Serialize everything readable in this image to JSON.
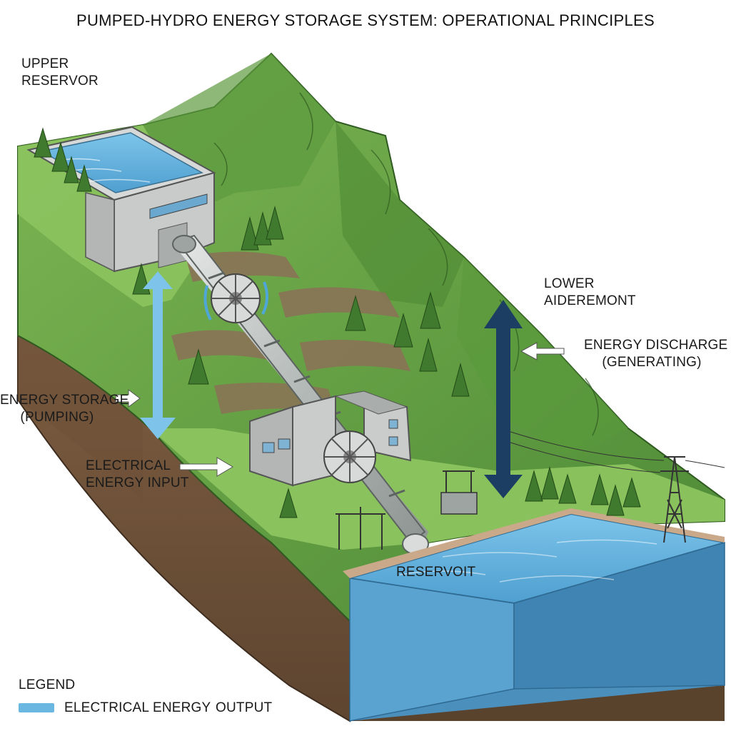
{
  "title": "PUMPED-HYDRO ENERGY STORAGE SYSTEM: OPERATIONAL PRINCIPLES",
  "labels": {
    "upper_reservoir_1": "UPPER",
    "upper_reservoir_2": "RESERVOR",
    "lower_1": "LOWER",
    "lower_2": "AIDEREMONT",
    "discharge_1": "ENERGY DISCHARGE",
    "discharge_2": "(GENERATING)",
    "storage_1": "ENERGY STORAGE",
    "storage_2": "(PUMPING)",
    "elec_1": "ELECTRICAL",
    "elec_2": "ENERGY INPUT",
    "reservoir": "RESERVOIT"
  },
  "legend": {
    "title": "LEGEND",
    "item_label": "ELECTRICAL ENERGY",
    "item_output": "OUTPUT"
  },
  "colors": {
    "grass": "#8cc45f",
    "mountain": "#6aa646",
    "soil": "#7a5a3d",
    "water": "#6ab7e2",
    "concrete": "#c9cccb",
    "pipe": "#b9bfbd",
    "arrow_light": "#7ec4ea",
    "arrow_dark": "#1d3e63"
  },
  "icons": [
    "turbine-icon",
    "transmission-tower-icon",
    "tree-icon",
    "transformer-icon"
  ]
}
